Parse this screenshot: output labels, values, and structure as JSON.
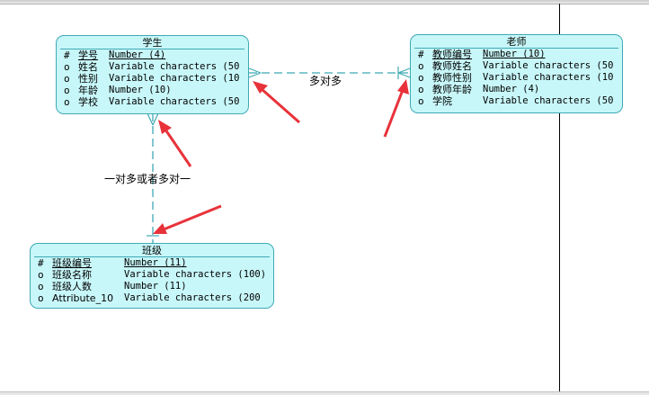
{
  "entities": {
    "student": {
      "title": "学生",
      "attributes": [
        {
          "key": "#",
          "name": "学号",
          "type": "Number (4)",
          "pk": true
        },
        {
          "key": "o",
          "name": "姓名",
          "type": "Variable characters (50",
          "pk": false
        },
        {
          "key": "o",
          "name": "性别",
          "type": "Variable characters (10",
          "pk": false
        },
        {
          "key": "o",
          "name": "年龄",
          "type": "Number (10)",
          "pk": false
        },
        {
          "key": "o",
          "name": "学校",
          "type": "Variable characters (50",
          "pk": false
        }
      ]
    },
    "teacher": {
      "title": "老师",
      "attributes": [
        {
          "key": "#",
          "name": "教师编号",
          "type": "Number (10)",
          "pk": true
        },
        {
          "key": "o",
          "name": "教师姓名",
          "type": "Variable characters (50",
          "pk": false
        },
        {
          "key": "o",
          "name": "教师性别",
          "type": "Variable characters (10",
          "pk": false
        },
        {
          "key": "o",
          "name": "教师年龄",
          "type": "Number (4)",
          "pk": false
        },
        {
          "key": "o",
          "name": "学院",
          "type": "Variable characters (50",
          "pk": false
        }
      ]
    },
    "class": {
      "title": "班级",
      "attributes": [
        {
          "key": "#",
          "name": "班级编号",
          "type": "Number (11)",
          "pk": true
        },
        {
          "key": "o",
          "name": "班级名称",
          "type": "Variable characters (100)",
          "pk": false
        },
        {
          "key": "o",
          "name": "班级人数",
          "type": "Number (11)",
          "pk": false
        },
        {
          "key": "o",
          "name": "Attribute_10",
          "type": "Variable characters (200",
          "pk": false
        }
      ]
    }
  },
  "relationships": {
    "student_teacher": {
      "label": "多对多"
    },
    "student_class": {
      "label": "一对多或者多对一"
    }
  },
  "colors": {
    "entity_fill": "#c8f7f9",
    "entity_border": "#3fa9b5",
    "relation_line": "#3fa9b5",
    "arrow": "#e8323a"
  }
}
